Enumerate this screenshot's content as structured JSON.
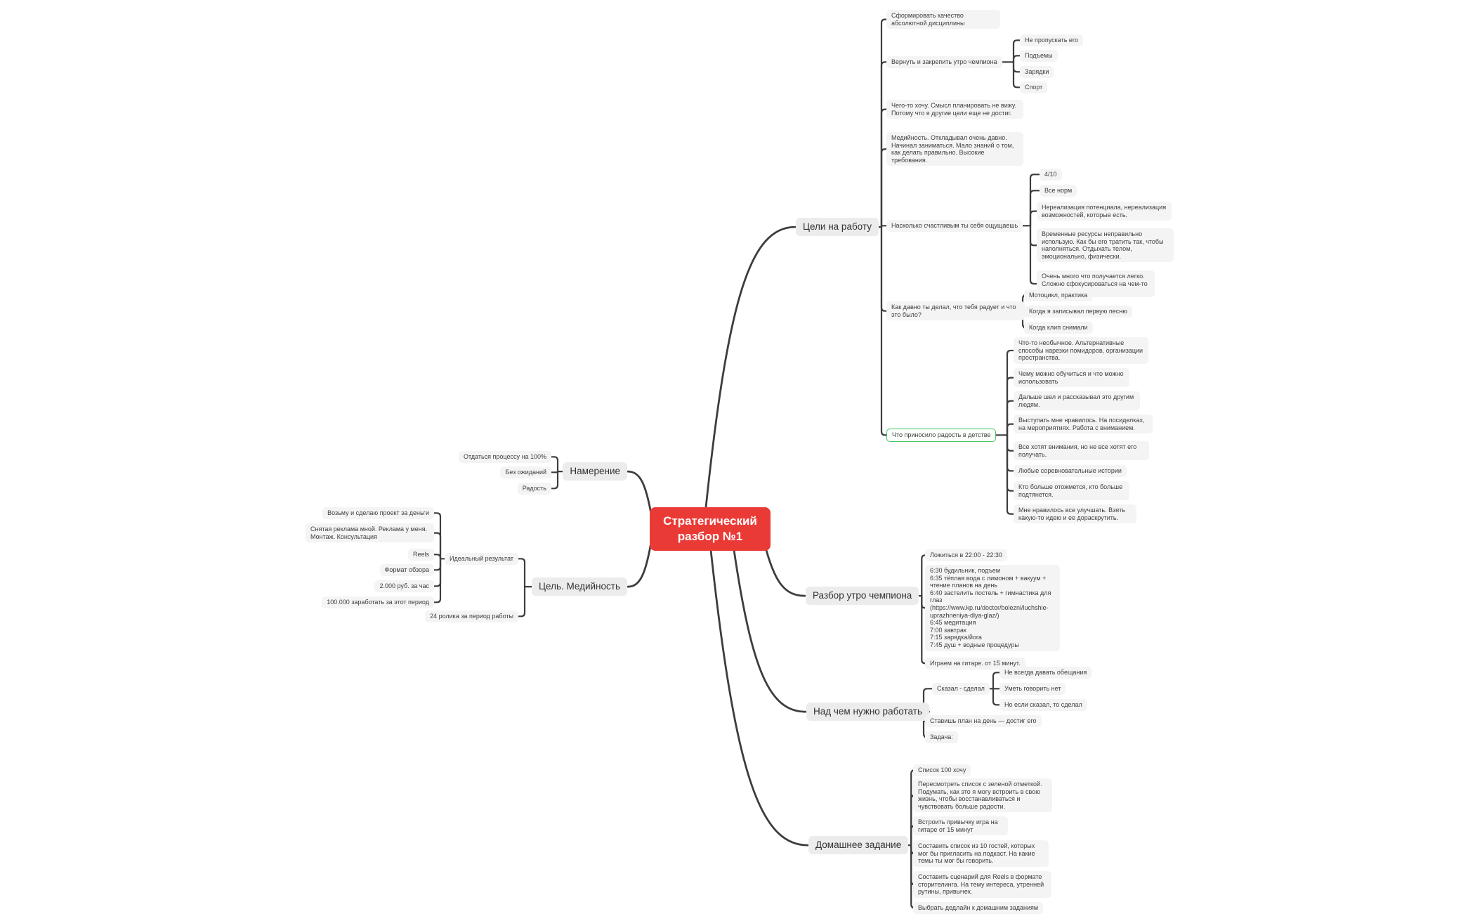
{
  "app": {
    "title": "Стратегический разбор №1"
  },
  "colors": {
    "root_bg": "#ea3a36",
    "root_text": "#ffffff",
    "topic_bg": "#ececec",
    "leaf_bg": "#f4f4f4",
    "line": "#3d3d3d",
    "highlight_border": "#43c366"
  },
  "mindmap": {
    "root": {
      "id": "root",
      "label": "Стратегический разбор №1",
      "children": [
        {
          "id": "rab",
          "label": "Цели на работу",
          "children": [
            {
              "id": "sform",
              "label": "Сформировать качество абсолютной дисциплины"
            },
            {
              "id": "vernut",
              "label": "Вернуть и закрепить утро чемпиона",
              "children": [
                {
                  "id": "ne_prop",
                  "label": "Не пропускать его"
                },
                {
                  "id": "podemy",
                  "label": "Подъемы"
                },
                {
                  "id": "zaryadki",
                  "label": "Зарядки"
                },
                {
                  "id": "sport",
                  "label": "Спорт"
                }
              ]
            },
            {
              "id": "chego",
              "label": "Чего-то хочу. Смысл планировать не вижу. Потому что я другие цели еще не достиг."
            },
            {
              "id": "mediynost",
              "label": "Медийность. Откладывал очень давно. Начинал заниматься. Мало знаний о том, как делать правильно. Высокие требования."
            },
            {
              "id": "naskolko",
              "label": "Насколько счастливым ты себя ощущаешь",
              "children": [
                {
                  "id": "s410",
                  "label": "4/10"
                },
                {
                  "id": "vse_norm",
                  "label": "Все норм"
                },
                {
                  "id": "nereal",
                  "label": "Нереализация потенциала, нереализация возможностей, которые есть."
                },
                {
                  "id": "vremya",
                  "label": "Временные ресурсы неправильно использую. Как бы его тратить так, чтобы наполняться. Отдыхать телом, эмоционально, физически."
                },
                {
                  "id": "ochen",
                  "label": "Очень много что получается легко. Сложно сфокусироваться на чем-то одном."
                }
              ]
            },
            {
              "id": "kak_davno",
              "label": "Как давно ты делал, что тебя радует и что это было?",
              "children": [
                {
                  "id": "moto",
                  "label": "Мотоцикл, практика"
                },
                {
                  "id": "pesnya",
                  "label": "Когда я записывал первую песню"
                },
                {
                  "id": "klip",
                  "label": "Когда клип снимали"
                }
              ]
            },
            {
              "id": "radost_detstvo",
              "label": "Что приносило радость в детстве",
              "children": [
                {
                  "id": "neob",
                  "label": "Что-то необычное. Альтернативные способы нарезки помидоров, организации пространства."
                },
                {
                  "id": "chemu",
                  "label": "Чему можно обучиться и что можно использовать"
                },
                {
                  "id": "dalshe",
                  "label": "Дальше шел и рассказывал это другим людям."
                },
                {
                  "id": "vystupat",
                  "label": "Выступать мне нравилось. На посиделках, на мероприятиях. Работа с вниманием."
                },
                {
                  "id": "vse_hotyat",
                  "label": "Все хотят внимания, но не все хотят его получать."
                },
                {
                  "id": "lyubye",
                  "label": "Любые соревновательные истории"
                },
                {
                  "id": "kto_bolshe",
                  "label": "Кто больше отожмется, кто больше подтянется."
                },
                {
                  "id": "mne_nrav",
                  "label": "Мне нравилось все улучшать. Взять какую-то идею и ее дораскрутить."
                }
              ]
            }
          ]
        },
        {
          "id": "nam",
          "label": "Намерение",
          "children": [
            {
              "id": "otdatsya",
              "label": "Отдаться процессу на 100%"
            },
            {
              "id": "bez",
              "label": "Без ожиданий"
            },
            {
              "id": "radost",
              "label": "Радость"
            }
          ]
        },
        {
          "id": "med",
          "label": "Цель. Медийность",
          "children": [
            {
              "id": "ideal",
              "label": "Идеальный результат",
              "children": [
                {
                  "id": "vozmu",
                  "label": "Возьму и сделаю проект за деньги"
                },
                {
                  "id": "snyataya",
                  "label": "Снятая реклама мной. Реклама у меня. Монтаж. Консультация"
                },
                {
                  "id": "reels",
                  "label": "Reels"
                },
                {
                  "id": "format_obzora",
                  "label": "Формат обзора"
                },
                {
                  "id": "rub_chas",
                  "label": "2.000 руб. за час"
                },
                {
                  "id": "zarabotat",
                  "label": "100.000 заработать за этот период"
                }
              ]
            },
            {
              "id": "r24",
              "label": "24 ролика за период работы"
            }
          ]
        },
        {
          "id": "utr",
          "label": "Разбор утро чемпиона",
          "children": [
            {
              "id": "lozhitsya",
              "label": "Ложиться в 22:00 - 22:30"
            },
            {
              "id": "schedule",
              "label": "6:30 будильник, подъем\n6:35 тёплая вода с лимоном + вакуум + чтение планов на день\n6:40 застелить постель + гимнастика для глаз (https://www.kp.ru/doctor/bolezni/luchshie-uprazhneniya-dlya-glaz/)\n6:45 медитация\n7:00 завтрак\n7:15 зарядка/йога\n7:45 душ + водные процедуры"
            },
            {
              "id": "igraem",
              "label": "Играем на гитаре. от 15 минут."
            }
          ]
        },
        {
          "id": "nad",
          "label": "Над чем нужно работать",
          "children": [
            {
              "id": "skazal",
              "label": "Сказал - сделал",
              "children": [
                {
                  "id": "ne_vsegda",
                  "label": "Не всегда давать обещания"
                },
                {
                  "id": "umet_net",
                  "label": "Уметь говорить нет"
                },
                {
                  "id": "no_esli",
                  "label": "Но если сказал, то сделал"
                }
              ]
            },
            {
              "id": "stavish",
              "label": "Ставишь план на день — достиг его"
            },
            {
              "id": "zadacha",
              "label": "Задача:"
            }
          ]
        },
        {
          "id": "dom",
          "label": "Домашнее задание",
          "children": [
            {
              "id": "spisok100",
              "label": "Список 100 хочу"
            },
            {
              "id": "peresmotret",
              "label": "Пересмотреть список с зеленой отметкой. Подумать, как это я могу встроить в свою жизнь, чтобы восстанавливаться и чувствовать больше радости."
            },
            {
              "id": "vstroit",
              "label": "Встроить привычку игра на гитаре от 15 минут"
            },
            {
              "id": "sostavit10",
              "label": "Составить список из 10 гостей, которых мог бы пригласить на подкаст. На какие темы ты мог бы говорить."
            },
            {
              "id": "scenarij",
              "label": "Составить сценарий для Reels в формате сторителинга. На тему интереса, утренней рутины, привычек."
            },
            {
              "id": "vybrat",
              "label": "Выбрать дедлайн к домашним заданиям"
            }
          ]
        }
      ]
    }
  }
}
